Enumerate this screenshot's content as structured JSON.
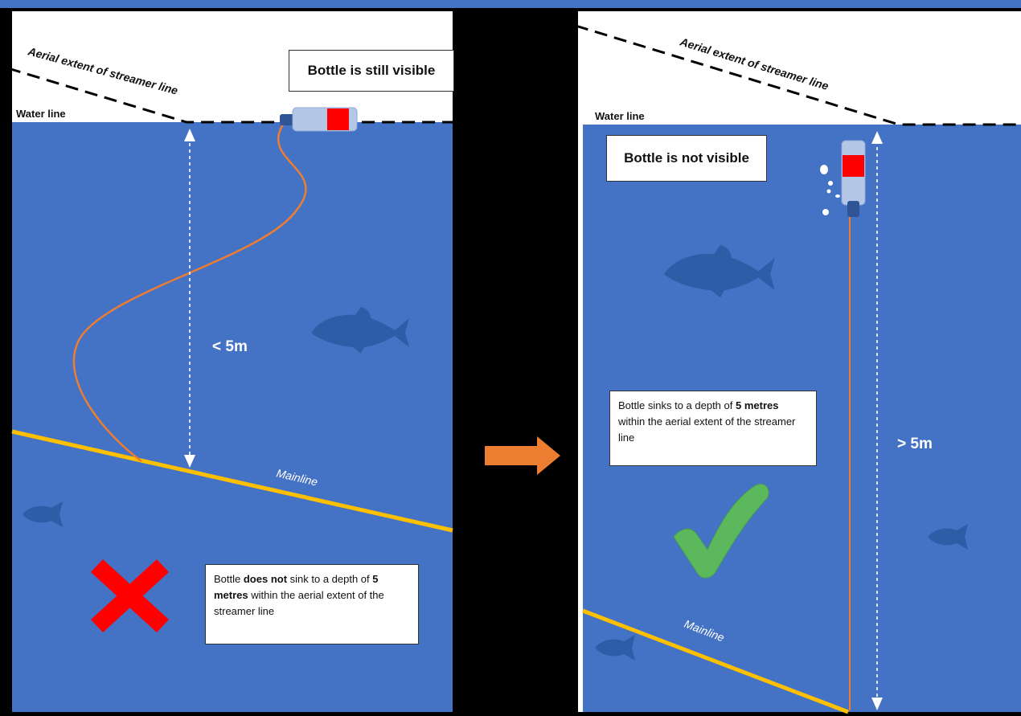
{
  "colors": {
    "frame": "#000000",
    "top_band": "#4472c4",
    "water": "#4472c4",
    "fish": "#2e5da8",
    "mainline": "#ffc000",
    "branchline": "#ed7d31",
    "arrow": "#ed7d31",
    "bottle_body": "#b4c7e7",
    "bottle_band": "#ff0000",
    "bottle_cap": "#2f5597",
    "cross": "#ff0000",
    "check": "#5cb85c"
  },
  "left_panel": {
    "streamer_label": "Aerial extent of streamer line",
    "water_line_label": "Water line",
    "status_box": "Bottle is still visible",
    "depth_label": "< 5m",
    "mainline_label": "Mainline",
    "result_icon": "cross-icon",
    "caption": {
      "part1": "Bottle ",
      "bold1": "does not",
      "part2": " sink to a depth of ",
      "bold2": "5 metres",
      "part3": " within the aerial extent of the streamer line"
    }
  },
  "transition_icon": "arrow-right-icon",
  "right_panel": {
    "streamer_label": "Aerial extent of streamer line",
    "water_line_label": "Water line",
    "status_box": "Bottle is not visible",
    "depth_label": "> 5m",
    "mainline_label": "Mainline",
    "result_icon": "checkmark-icon",
    "caption": {
      "part1": "Bottle sinks to a depth of ",
      "bold1": "5 metres",
      "part2": " within the aerial extent of the streamer line"
    }
  }
}
